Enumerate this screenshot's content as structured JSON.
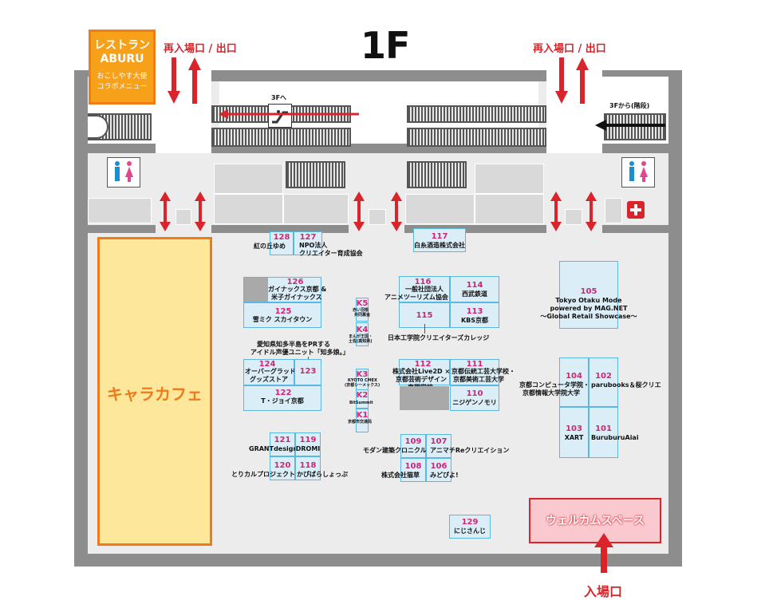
{
  "floor": "1F",
  "reentry_left": "再入場口 / 出口",
  "reentry_right": "再入場口 / 出口",
  "entrance": "入場口",
  "welcome": "ウェルカムスペース",
  "chara_cafe": "キャラカフェ",
  "restaurant": {
    "title1": "レストラン",
    "title2": "ABURU",
    "sub1": "おこしやす大使",
    "sub2": "コラボメニュー"
  },
  "esc_to_3f": "3Fへ",
  "from_3f_stairs": "3Fから(階段)",
  "booths": {
    "b128": {
      "num": "128",
      "name": "紅の丘ゆめ"
    },
    "b127": {
      "num": "127",
      "name1": "NPO法人",
      "name2": "クリエイター育成協会"
    },
    "b117": {
      "num": "117",
      "name": "白糸酒造株式会社"
    },
    "b126": {
      "num": "126",
      "name1": "ガイナックス京都 &",
      "name2": "米子ガイナックス"
    },
    "b125": {
      "num": "125",
      "name": "雪ミク スカイタウン"
    },
    "k5": {
      "num": "K5",
      "name1": "赤い羽根",
      "name2": "共同募金"
    },
    "k4": {
      "num": "K4",
      "name1": "まんが王国・",
      "name2": "土佐(高知県)"
    },
    "aichi": {
      "line1": "愛知県知多半島をPRする",
      "line2": "アイドル声優ユニット「知多娘。」"
    },
    "b124": {
      "num": "124",
      "name1": "オーバーグラッド",
      "name2": "グッズストア"
    },
    "b123": {
      "num": "123"
    },
    "b122": {
      "num": "122",
      "name": "T・ジョイ京都"
    },
    "k3": {
      "num": "K3",
      "name1": "KYOTO CMEX",
      "name2": "(京都シーメックス)"
    },
    "k2": {
      "num": "K2",
      "name": "BitSummit"
    },
    "k1": {
      "num": "K1",
      "name": "京都市交通局"
    },
    "b116": {
      "num": "116",
      "name1": "一般社団法人",
      "name2": "アニメツーリズム協会"
    },
    "b114": {
      "num": "114",
      "name": "西武鉄道"
    },
    "b115": {
      "num": "115"
    },
    "b113": {
      "num": "113",
      "name": "KBS京都"
    },
    "nikko": {
      "name": "日本工学院クリエイターズカレッジ"
    },
    "b112": {
      "num": "112",
      "name1": "株式会社Live2D ×",
      "name2": "京都芸術デザイン",
      "name3": "専門学校"
    },
    "b111": {
      "num": "111",
      "name1": "京都伝統工芸大学校・",
      "name2": "京都美術工芸大学"
    },
    "b110": {
      "num": "110",
      "name": "ニジゲンノモリ"
    },
    "b105": {
      "num": "105",
      "name1": "Tokyo Otaku Mode",
      "name2": "powered by MAG.NET",
      "name3": "〜Global Retail Showcase〜"
    },
    "b104": {
      "num": "104"
    },
    "b102": {
      "num": "102",
      "name": "parubooks＆桜クリエ"
    },
    "kyoto_comp": {
      "name1": "京都コンピュータ学院・",
      "name2": "京都情報大学院大学"
    },
    "b103": {
      "num": "103",
      "name": "XART"
    },
    "b101": {
      "num": "101",
      "name": "BuruburuAiai"
    },
    "b121": {
      "num": "121",
      "name": "GRANTdesign"
    },
    "b119": {
      "num": "119",
      "name": "DROMI"
    },
    "b120": {
      "num": "120",
      "name": "とりカルプロジェクト"
    },
    "b118": {
      "num": "118",
      "name": "かぴばらしょっぷ"
    },
    "b109": {
      "num": "109",
      "name": "モダン建築クロニクル"
    },
    "b107": {
      "num": "107",
      "name": "アニマチReクリエイション"
    },
    "b108": {
      "num": "108",
      "name": "株式会社猫草"
    },
    "b106": {
      "num": "106",
      "name": "みどぴよ!"
    },
    "b129": {
      "num": "129",
      "name": "にじさんじ"
    }
  },
  "colors": {
    "booth_fill": "#dbeef8",
    "booth_border": "#5bb7de",
    "number": "#d12676",
    "accent_red": "#d8242a",
    "cafe_orange": "#f07a1a",
    "cafe_fill": "#fde79b"
  },
  "icons": [
    "restroom-icon",
    "first-aid-icon",
    "escalator-icon",
    "double-arrow-icon"
  ]
}
